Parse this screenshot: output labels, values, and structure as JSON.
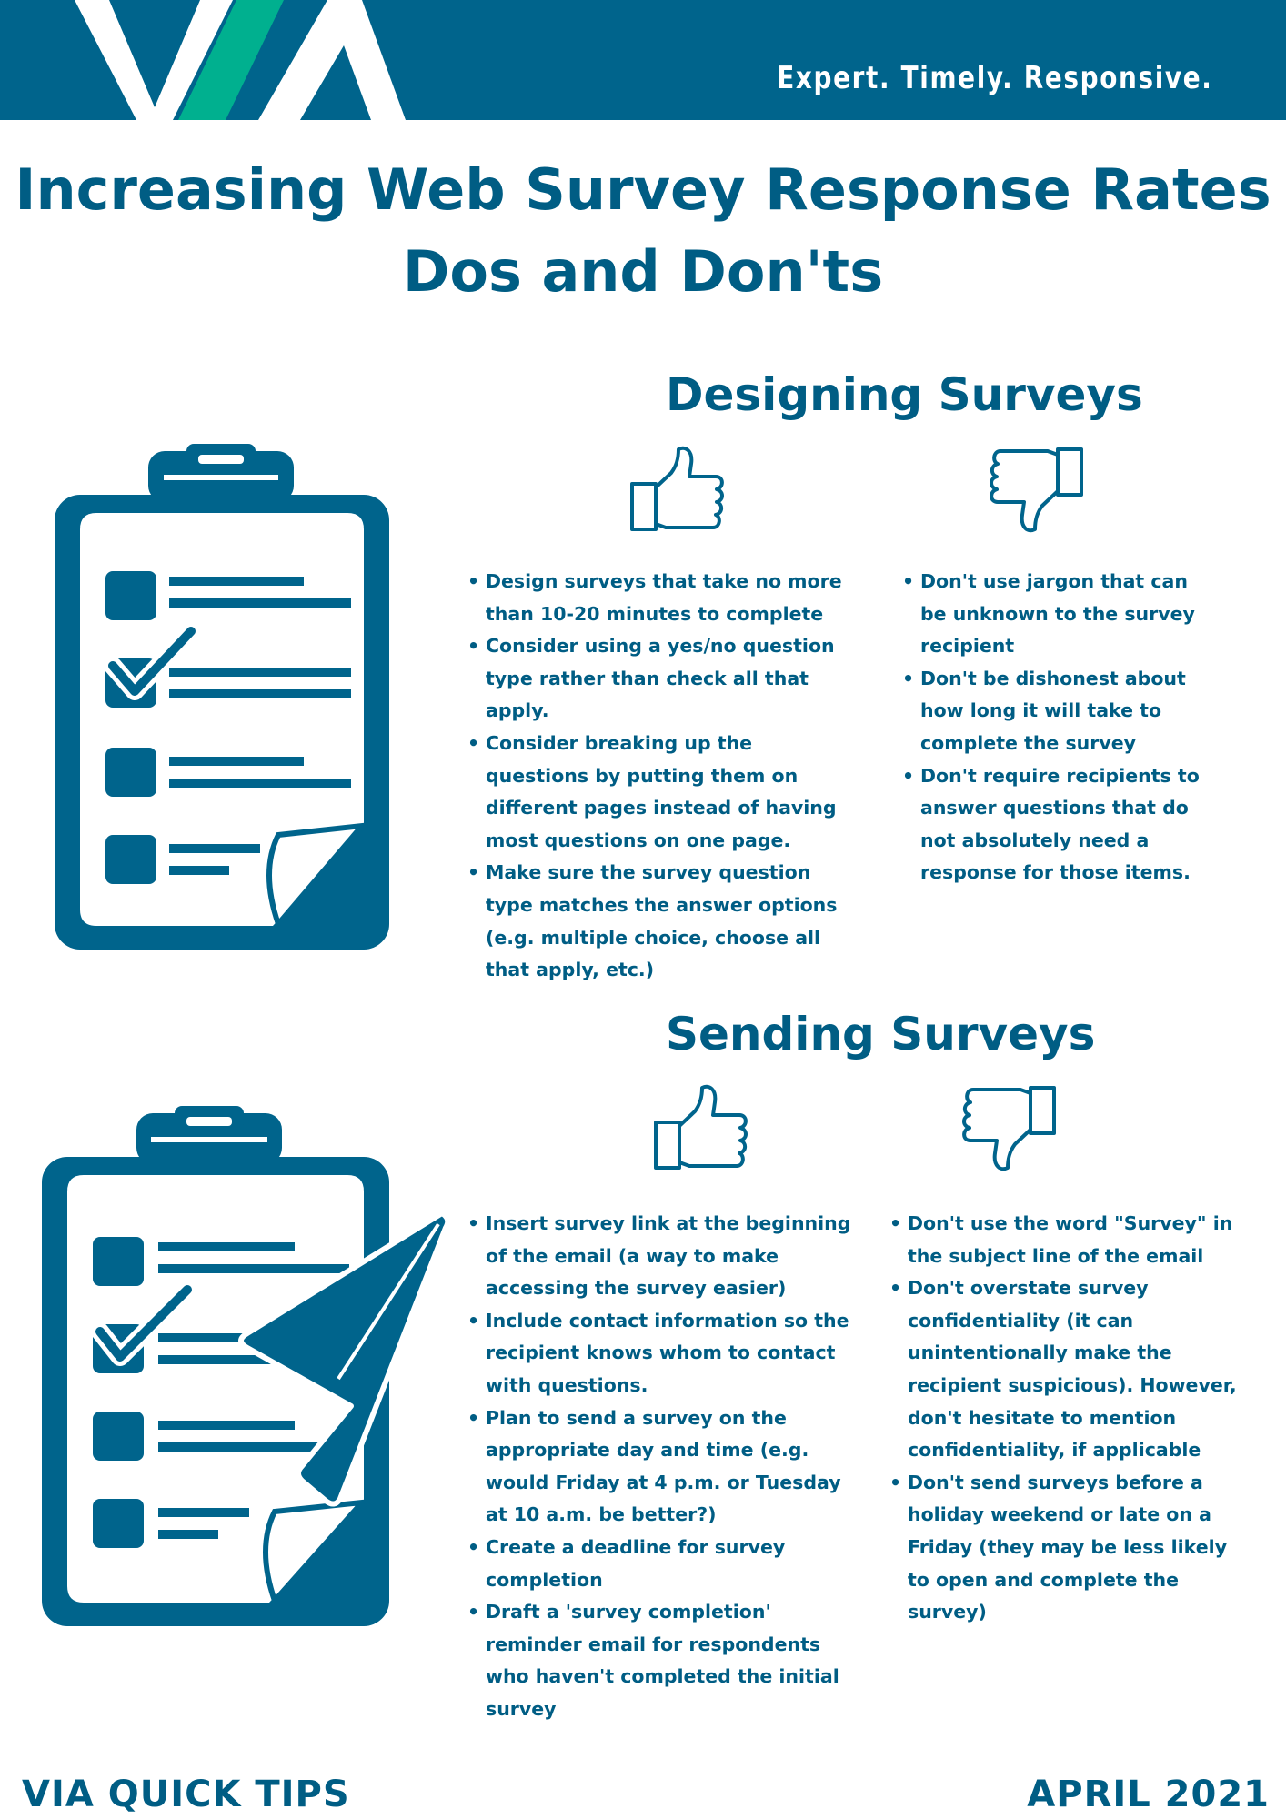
{
  "header": {
    "logo_text": "VIA",
    "tagline": "Expert. Timely. Responsive."
  },
  "title": {
    "line1": "Increasing Web Survey Response Rates",
    "line2": "Dos and Don'ts"
  },
  "icons": {
    "do": "thumbs-up-icon",
    "dont": "thumbs-down-icon",
    "illustration": "clipboard-checklist-icon",
    "sending_overlay": "paper-plane-icon"
  },
  "colors": {
    "brand_blue": "#00648c",
    "text_blue": "#005d84",
    "logo_green": "#00b08f"
  },
  "designing": {
    "heading": "Designing Surveys",
    "dos": [
      "Design surveys that take no more than 10-20 minutes to complete",
      "Consider using a yes/no question type rather than check all that apply.",
      "Consider breaking up the questions by putting them on different pages instead of having most questions on one page.",
      "Make sure the survey question type matches the answer options (e.g. multiple choice, choose all that apply, etc.)"
    ],
    "donts": [
      "Don't use jargon that can be unknown to the survey recipient",
      "Don't be dishonest about how long it will take to complete the survey",
      "Don't require recipients to answer questions that do not absolutely need a response for those items."
    ]
  },
  "sending": {
    "heading": "Sending Surveys",
    "dos": [
      "Insert survey link at the beginning of the email (a way to make accessing the survey easier)",
      "Include contact information so the recipient knows whom to contact with questions.",
      "Plan to send a survey on the appropriate day  and time (e.g. would Friday at 4 p.m. or Tuesday at 10 a.m. be better?)",
      "Create a deadline for survey completion",
      "Draft a 'survey completion' reminder email for respondents who haven't completed the initial survey"
    ],
    "donts": [
      "Don't use the word \"Survey\" in the subject line of the email",
      "Don't overstate survey confidentiality (it can unintentionally make the recipient suspicious). However, don't hesitate to mention confidentiality, if applicable",
      "Don't send surveys before a holiday weekend or late on a Friday (they may be less likely to open and complete the survey)"
    ]
  },
  "footer": {
    "left": "VIA QUICK TIPS",
    "right": "APRIL 2021"
  }
}
